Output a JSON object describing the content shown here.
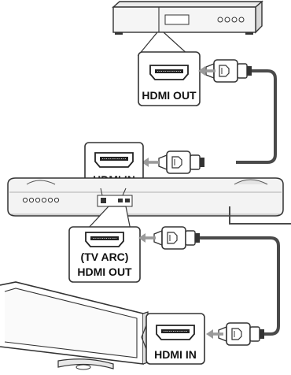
{
  "labels": {
    "source_port": "HDMI OUT",
    "soundbar_input": "HDMI IN",
    "soundbar_output_line1": "(TV ARC)",
    "soundbar_output_line2": "HDMI OUT",
    "tv_port": "HDMI IN"
  },
  "colors": {
    "line": "#333333",
    "cable": "#4a4a4a",
    "arrow": "#9a9a9a",
    "device_fill": "#f2f2f2"
  }
}
